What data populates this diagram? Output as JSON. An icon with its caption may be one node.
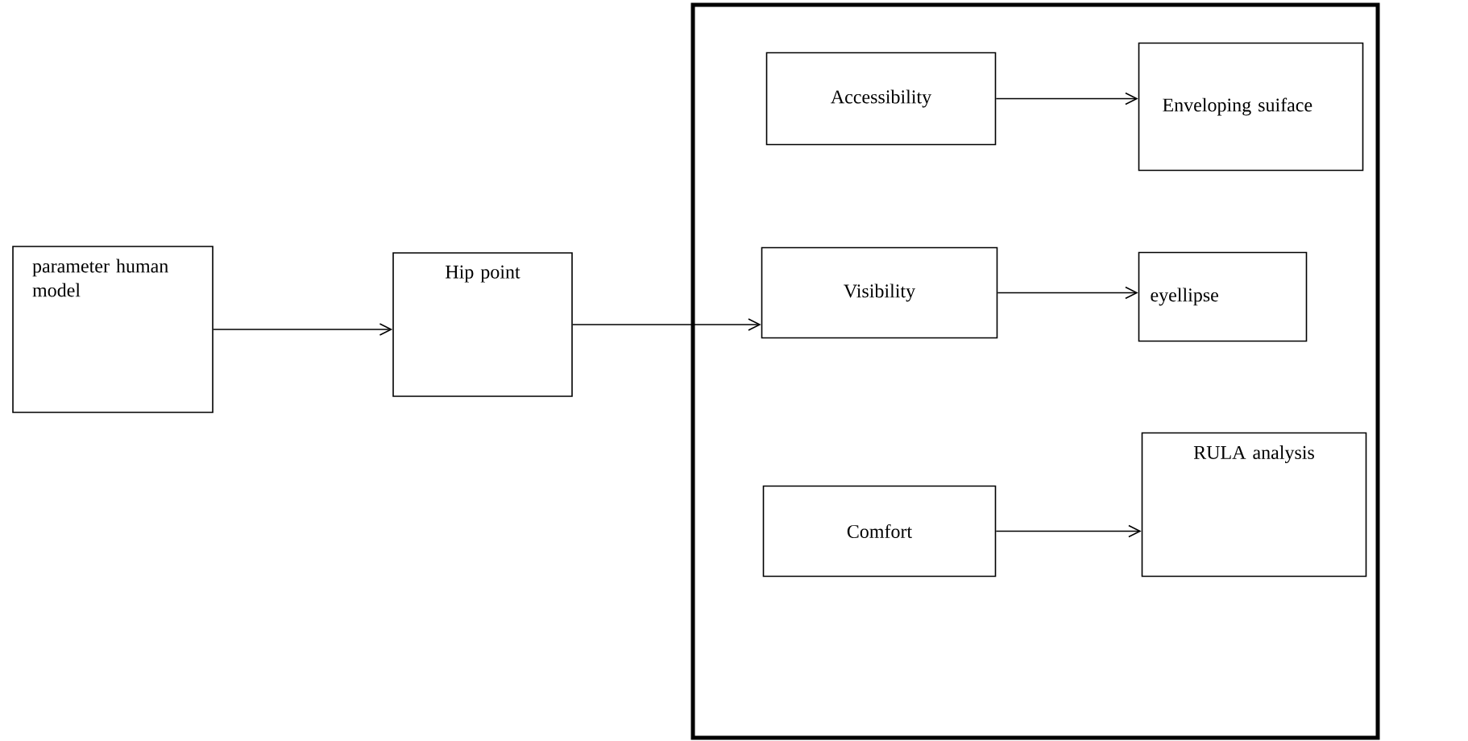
{
  "diagram": {
    "nodes": [
      {
        "text": [
          "parameter human model"
        ]
      },
      {
        "text": [
          "Hip point"
        ]
      },
      {
        "text": [],
        "shape": "box"
      },
      {
        "text": [
          "Accessibility"
        ],
        "in": 2
      },
      {
        "text": [
          "Enveloping suiface"
        ],
        "in": 2
      },
      {
        "text": [
          "Visibility"
        ],
        "in": 2
      },
      {
        "text": [
          "eyellipse"
        ],
        "in": 2
      },
      {
        "text": [
          "RULA analysis"
        ],
        "in": 2
      },
      {
        "text": [
          "Comfort"
        ],
        "in": 2
      }
    ],
    "edges": [
      {
        "from": 0,
        "to": 1,
        "arrow": "to"
      },
      {
        "from": 1,
        "to": 5,
        "arrow": "to"
      },
      {
        "from": 3,
        "to": 4,
        "arrow": "to"
      },
      {
        "from": 5,
        "to": 6,
        "arrow": "to"
      },
      {
        "from": 8,
        "to": 7,
        "arrow": "to"
      }
    ]
  }
}
